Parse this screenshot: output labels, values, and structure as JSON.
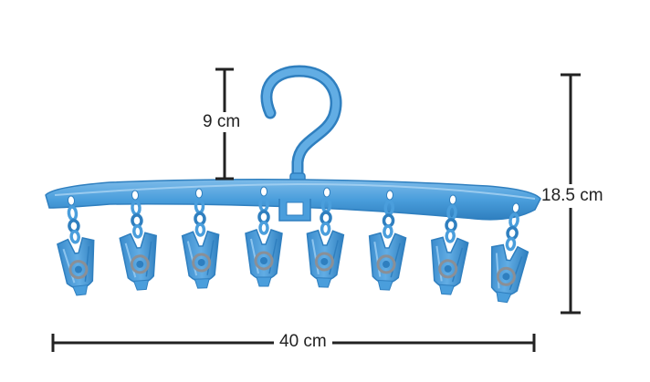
{
  "product": {
    "name": "hanger-with-8-clothespin-clips",
    "color": "#4a9edc",
    "clip_count": 8
  },
  "dimensions": {
    "hook_height": "9 cm",
    "total_height": "18.5 cm",
    "total_width": "40 cm"
  },
  "colors": {
    "plastic_main": "#4a9edc",
    "plastic_dark": "#2f7fbf",
    "plastic_light": "#8cc4ee",
    "spring_metal": "#8a8f96",
    "dimension_line": "#222222"
  }
}
